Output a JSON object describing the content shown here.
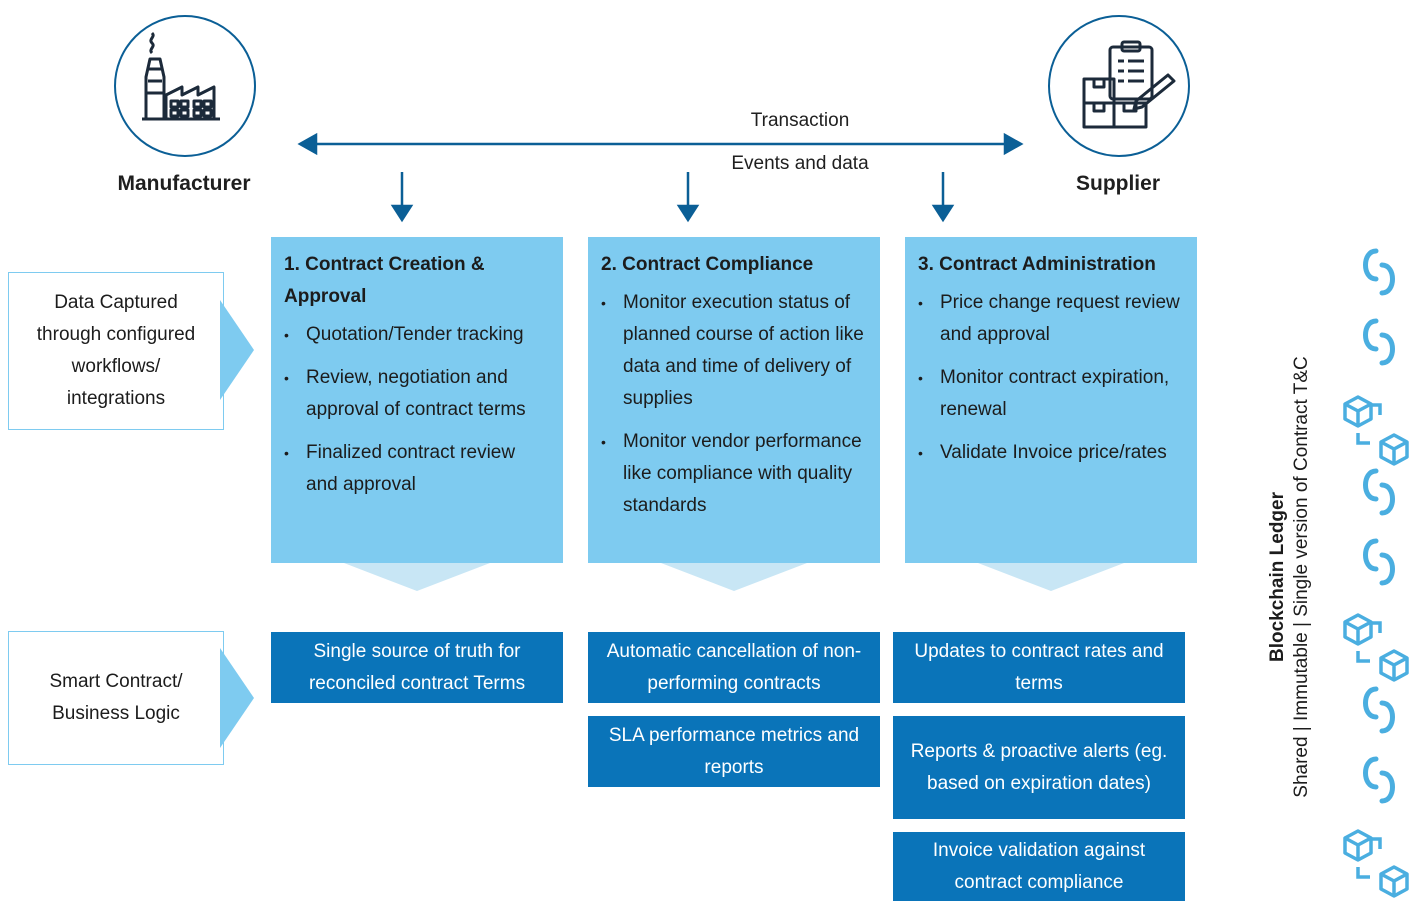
{
  "entities": {
    "manufacturer": "Manufacturer",
    "supplier": "Supplier"
  },
  "flow": {
    "transaction": "Transaction",
    "events": "Events and data"
  },
  "side_labels": {
    "data_captured": "Data Captured through configured workflows/ integrations",
    "smart_contract": "Smart Contract/ Business Logic"
  },
  "panels": [
    {
      "title": "1. Contract Creation & Approval",
      "items": [
        "Quotation/Tender tracking",
        "Review, negotiation and approval of contract terms",
        "Finalized contract review and approval"
      ]
    },
    {
      "title": "2. Contract Compliance",
      "items": [
        "Monitor execution status of planned course of action like data and time of delivery of supplies",
        "Monitor vendor performance like compliance with quality standards"
      ]
    },
    {
      "title": "3. Contract Administration",
      "items": [
        "Price change request review and approval",
        "Monitor contract expiration, renewal",
        "Validate Invoice price/rates"
      ]
    }
  ],
  "outcomes": {
    "col1": [
      "Single source of truth for reconciled contract Terms"
    ],
    "col2": [
      "Automatic cancellation of non-performing contracts",
      "SLA performance metrics and reports"
    ],
    "col3": [
      "Updates to contract rates and terms",
      "Reports & proactive alerts (eg. based on expiration dates)",
      "Invoice validation against contract compliance"
    ]
  },
  "ledger": {
    "title": "Blockchain Ledger",
    "subtitle": "Shared | Immutable | Single version of Contract T&C"
  },
  "colors": {
    "panel": "#7ecbf0",
    "outcome": "#0a74b9",
    "line": "#0b5f96",
    "pointer": "#c8e6f5"
  },
  "icons": [
    "factory-icon",
    "clipboard-boxes-icon",
    "chain-link-icon",
    "cube-icon"
  ]
}
